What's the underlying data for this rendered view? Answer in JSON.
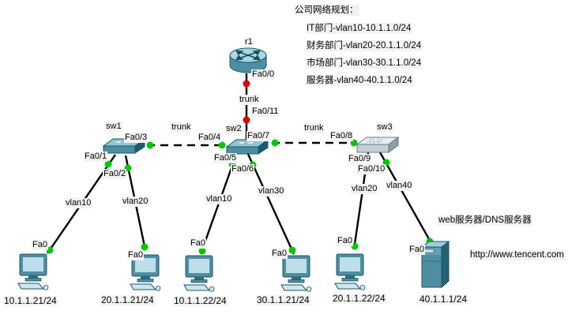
{
  "annotation": {
    "title": "公司网络规划：",
    "lines": [
      "IT部门-vlan10-10.1.1.0/24",
      "财务部门-vlan20-20.1.1.0/24",
      "市场部门-vlan30-30.1.1.0/24",
      "服务器-vlan40-40.1.1.0/24"
    ]
  },
  "server_note": {
    "caption": "web服务器/DNS服务器",
    "url": "http://www.tencent.com"
  },
  "devices": {
    "r1": {
      "label": "r1",
      "type": "router"
    },
    "sw1": {
      "label": "sw1",
      "type": "switch"
    },
    "sw2": {
      "label": "sw2",
      "type": "switch"
    },
    "sw3": {
      "label": "sw3",
      "type": "switch"
    },
    "pc1": {
      "label": "10.1.1.21/24",
      "type": "pc"
    },
    "pc2": {
      "label": "20.1.1.21/24",
      "type": "pc"
    },
    "pc3": {
      "label": "10.1.1.22/24",
      "type": "pc"
    },
    "pc4": {
      "label": "30.1.1.21/24",
      "type": "pc"
    },
    "pc5": {
      "label": "20.1.1.22/24",
      "type": "pc"
    },
    "server": {
      "label": "40.1.1.1/24",
      "type": "server"
    }
  },
  "ports": {
    "r1_fa0_0": "Fa0/0",
    "sw2_fa0_11": "Fa0/11",
    "sw1_fa0_1": "Fa0/1",
    "sw1_fa0_2": "Fa0/2",
    "sw1_fa0_3": "Fa0/3",
    "sw2_fa0_4": "Fa0/4",
    "sw2_fa0_5": "Fa0/5",
    "sw2_fa0_6": "Fa0/6",
    "sw2_fa0_7": "Fa0/7",
    "sw3_fa0_8": "Fa0/8",
    "sw3_fa0_9": "Fa0/9",
    "sw3_fa0_10": "Fa0/10",
    "pc1_fa0": "Fa0",
    "pc2_fa0": "Fa0",
    "pc3_fa0": "Fa0",
    "pc4_fa0": "Fa0",
    "pc5_fa0": "Fa0",
    "server_fa0": "Fa0"
  },
  "link_labels": {
    "r1_sw2_trunk": "trunk",
    "sw1_sw2_trunk": "trunk",
    "sw2_sw3_trunk": "trunk",
    "sw1_pc1_vlan": "vlan10",
    "sw1_pc2_vlan": "vlan20",
    "sw2_pc3_vlan": "vlan10",
    "sw2_pc4_vlan": "vlan30",
    "sw3_pc5_vlan": "vlan20",
    "sw3_server_vlan": "vlan40"
  },
  "colors": {
    "link_line": "#000000",
    "link_up_dot": "#00c800",
    "link_down_dot": "#dd0000",
    "device_teal": "#4e8ea2",
    "canvas_bg": "#ffffff"
  }
}
